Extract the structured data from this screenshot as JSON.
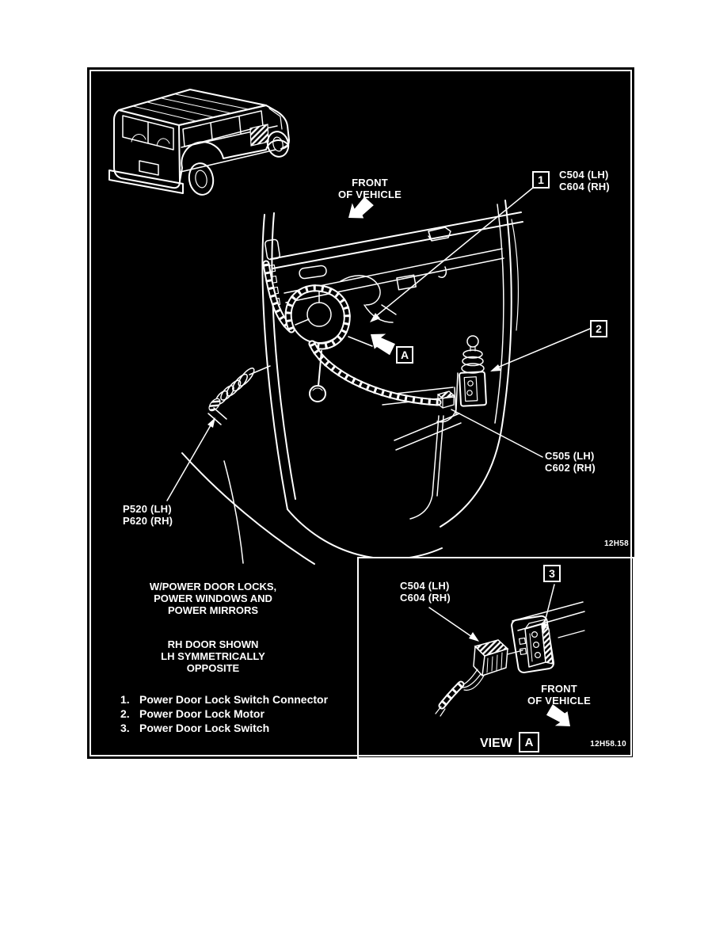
{
  "figure": {
    "drawing_code": "12H58",
    "front_of_vehicle": {
      "line1": "FRONT",
      "line2": "OF VEHICLE"
    },
    "callout_1": {
      "number": "1",
      "label_line1": "C504 (LH)",
      "label_line2": "C604 (RH)"
    },
    "callout_2": {
      "number": "2"
    },
    "connector_c505": {
      "line1": "C505 (LH)",
      "line2": "C602 (RH)"
    },
    "grommet_p520": {
      "line1": "P520 (LH)",
      "line2": "P620 (RH)"
    },
    "view_marker": "A",
    "notes": {
      "equipment_line1": "W/POWER DOOR LOCKS,",
      "equipment_line2": "POWER WINDOWS AND",
      "equipment_line3": "POWER MIRRORS",
      "orientation_line1": "RH DOOR SHOWN",
      "orientation_line2": "LH SYMMETRICALLY",
      "orientation_line3": "OPPOSITE"
    },
    "legend": [
      {
        "number": "1.",
        "text": "Power Door Lock Switch Connector"
      },
      {
        "number": "2.",
        "text": "Power Door Lock Motor"
      },
      {
        "number": "3.",
        "text": "Power Door Lock Switch"
      }
    ],
    "inset": {
      "connector_label_line1": "C504 (LH)",
      "connector_label_line2": "C604 (RH)",
      "callout_3_number": "3",
      "front_line1": "FRONT",
      "front_line2": "OF VEHICLE",
      "view_label": "VIEW",
      "view_marker": "A",
      "drawing_code": "12H58.10"
    },
    "colors": {
      "page": "#ffffff",
      "background": "#000000",
      "line": "#ffffff"
    }
  }
}
